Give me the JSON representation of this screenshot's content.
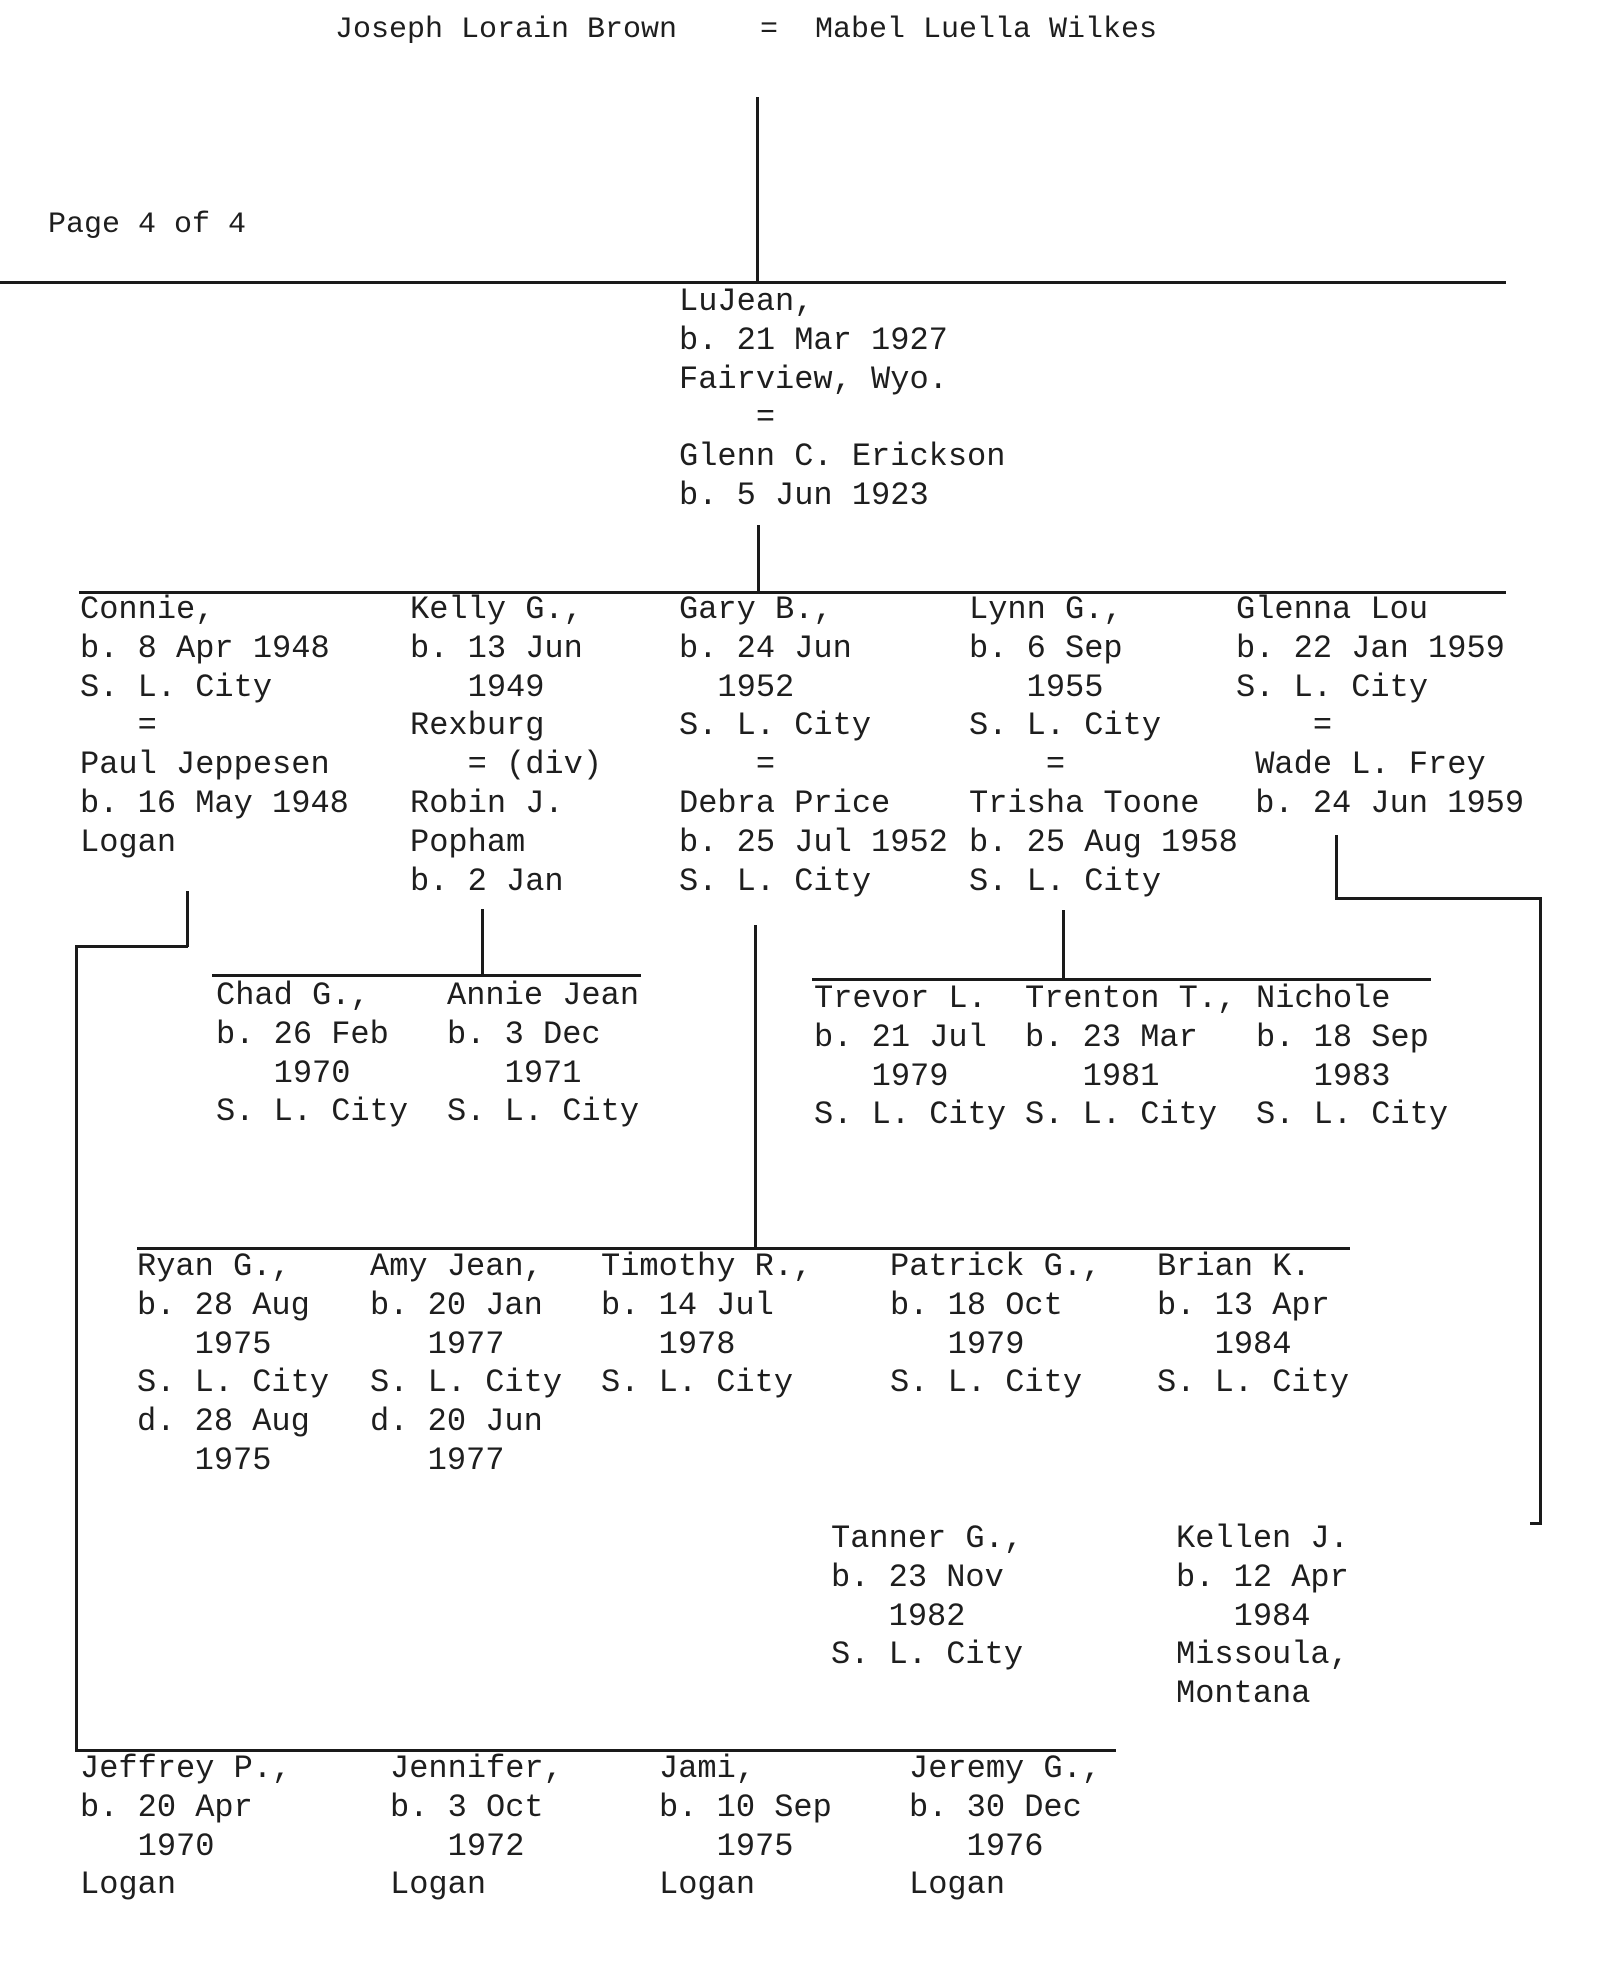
{
  "header": {
    "husband": "Joseph Lorain Brown",
    "equals": "=",
    "wife": "Mabel Luella Wilkes",
    "page": "Page 4 of 4"
  },
  "people": [
    {
      "id": "lujean",
      "lines": [
        "LuJean,",
        "b. 21 Mar 1927",
        "Fairview, Wyo.",
        "    =",
        "Glenn C. Erickson",
        "b. 5 Jun 1923"
      ]
    },
    {
      "id": "connie",
      "lines": [
        "Connie,",
        "b. 8 Apr 1948",
        "S. L. City",
        "   =",
        "Paul Jeppesen",
        "b. 16 May 1948",
        "Logan"
      ]
    },
    {
      "id": "kelly",
      "lines": [
        "Kelly G.,",
        "b. 13 Jun",
        "   1949",
        "Rexburg",
        "   = (div)",
        "Robin J.",
        "Popham",
        "b. 2 Jan"
      ]
    },
    {
      "id": "gary",
      "lines": [
        "Gary B.,",
        "b. 24 Jun",
        "  1952",
        "S. L. City",
        "    =",
        "Debra Price",
        "b. 25 Jul 1952",
        "S. L. City"
      ]
    },
    {
      "id": "lynn",
      "lines": [
        "Lynn G.,",
        "b. 6 Sep",
        "   1955",
        "S. L. City",
        "    =",
        "Trisha Toone",
        "b. 25 Aug 1958",
        "S. L. City"
      ]
    },
    {
      "id": "glenna",
      "lines": [
        "Glenna Lou",
        "b. 22 Jan 1959",
        "S. L. City",
        "    =",
        " Wade L. Frey",
        " b. 24 Jun 1959"
      ]
    },
    {
      "id": "chad",
      "lines": [
        "Chad G.,",
        "b. 26 Feb",
        "   1970",
        "S. L. City"
      ]
    },
    {
      "id": "annie",
      "lines": [
        "Annie Jean",
        "b. 3 Dec",
        "   1971",
        "S. L. City"
      ]
    },
    {
      "id": "trevor",
      "lines": [
        "Trevor L.",
        "b. 21 Jul",
        "   1979",
        "S. L. City"
      ]
    },
    {
      "id": "trenton",
      "lines": [
        "Trenton T.,",
        "b. 23 Mar",
        "   1981",
        "S. L. City"
      ]
    },
    {
      "id": "nichole",
      "lines": [
        "Nichole",
        "b. 18 Sep",
        "   1983",
        "S. L. City"
      ]
    },
    {
      "id": "ryan",
      "lines": [
        "Ryan G.,",
        "b. 28 Aug",
        "   1975",
        "S. L. City",
        "d. 28 Aug",
        "   1975"
      ]
    },
    {
      "id": "amy",
      "lines": [
        "Amy Jean,",
        "b. 20 Jan",
        "   1977",
        "S. L. City",
        "d. 20 Jun",
        "   1977"
      ]
    },
    {
      "id": "timothy",
      "lines": [
        "Timothy R.,",
        "b. 14 Jul",
        "   1978",
        "S. L. City"
      ]
    },
    {
      "id": "patrick",
      "lines": [
        "Patrick G.,",
        "b. 18 Oct",
        "   1979",
        "S. L. City"
      ]
    },
    {
      "id": "brian",
      "lines": [
        "Brian K.",
        "b. 13 Apr",
        "   1984",
        "S. L. City"
      ]
    },
    {
      "id": "tanner",
      "lines": [
        "Tanner G.,",
        "b. 23 Nov",
        "   1982",
        "S. L. City"
      ]
    },
    {
      "id": "kellen",
      "lines": [
        "Kellen J.",
        "b. 12 Apr",
        "   1984",
        "Missoula,",
        "Montana"
      ]
    },
    {
      "id": "jeffrey",
      "lines": [
        "Jeffrey P.,",
        "b. 20 Apr",
        "   1970",
        "Logan"
      ]
    },
    {
      "id": "jennifer",
      "lines": [
        "Jennifer,",
        "b. 3 Oct",
        "   1972",
        "Logan"
      ]
    },
    {
      "id": "jami",
      "lines": [
        "Jami,",
        "b. 10 Sep",
        "   1975",
        "Logan"
      ]
    },
    {
      "id": "jeremy",
      "lines": [
        "Jeremy G.,",
        "b. 30 Dec",
        "   1976",
        "Logan"
      ]
    }
  ]
}
